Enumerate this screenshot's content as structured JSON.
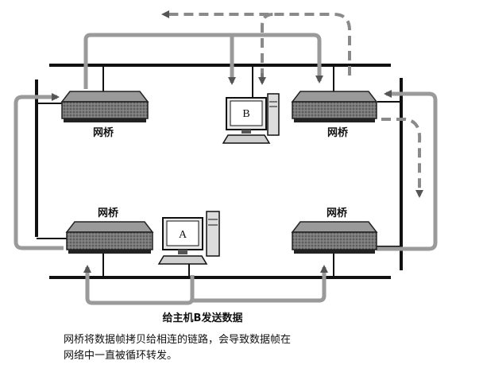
{
  "bridges": {
    "top_left": "网桥",
    "top_right": "网桥",
    "bottom_left": "网桥",
    "bottom_right": "网桥"
  },
  "hosts": {
    "a": "A",
    "b": "B"
  },
  "send_label": "给主机B发送数据",
  "caption": {
    "line1": "网桥将数据帧拷贝给相连的链路，会导致数据帧在",
    "line2": "网络中一直被循环转发。"
  }
}
